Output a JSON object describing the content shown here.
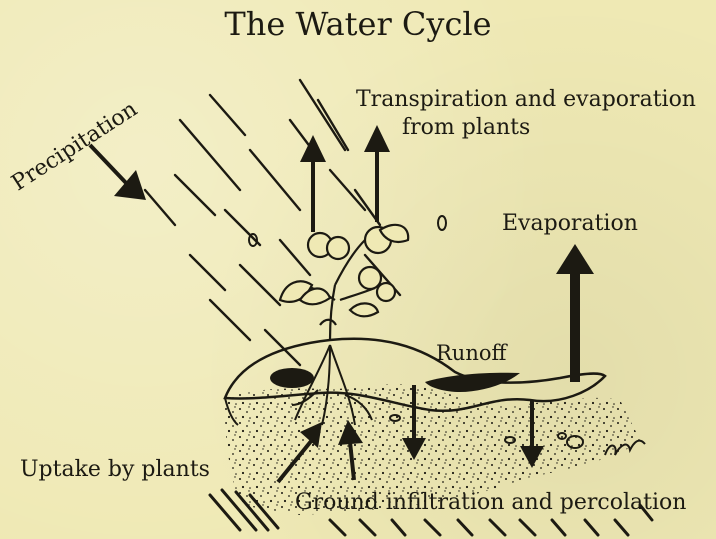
{
  "diagram": {
    "title": "The Water Cycle",
    "labels": {
      "precipitation": "Precipitation",
      "transpiration_line1": "Transpiration and evaporation",
      "transpiration_line2": "from plants",
      "evaporation": "Evaporation",
      "runoff": "Runoff",
      "uptake": "Uptake by plants",
      "infiltration": "Ground infiltration and percolation"
    },
    "colors": {
      "background": "#efe9b4",
      "ink": "#1c1a12"
    }
  }
}
